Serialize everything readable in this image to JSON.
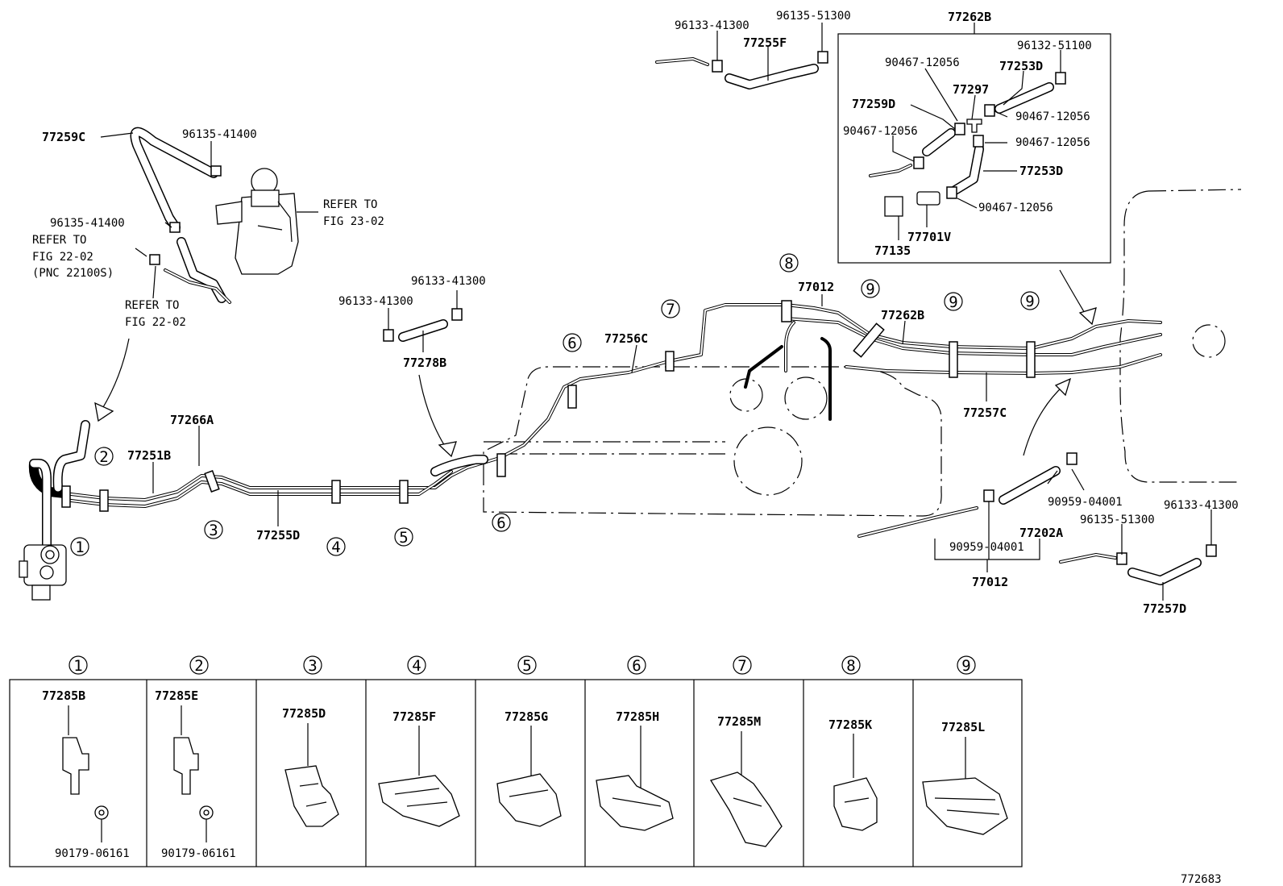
{
  "figure_id": "772683",
  "main_labels": {
    "l_77259C": "77259C",
    "l_96135_41400_a": "96135-41400",
    "l_96135_41400_b": "96135-41400",
    "ref_23_02_a": "REFER TO",
    "ref_23_02_b": "FIG 23-02",
    "ref_22_02_a1": "REFER TO",
    "ref_22_02_a2": "FIG 22-02",
    "ref_22_02_a3": "(PNC 22100S)",
    "ref_22_02_b1": "REFER TO",
    "ref_22_02_b2": "FIG 22-02",
    "l_96133_41300_a": "96133-41300",
    "l_96135_51300_a": "96135-51300",
    "l_77255F": "77255F",
    "l_96133_41300_b": "96133-41300",
    "l_96133_41300_c": "96133-41300",
    "l_77278B": "77278B",
    "l_77266A": "77266A",
    "l_77251B": "77251B",
    "l_77255D": "77255D",
    "l_77256C": "77256C",
    "l_77012_a": "77012",
    "l_77262B_a": "77262B",
    "l_77257C": "77257C",
    "l_90959_04001_a": "90959-04001",
    "l_77202A": "77202A",
    "l_90959_04001_b": "90959-04001",
    "l_77012_b": "77012",
    "l_96135_51300_b": "96135-51300",
    "l_96133_41300_d": "96133-41300",
    "l_77257D": "77257D"
  },
  "detail_box": {
    "title": "77262B",
    "labels": {
      "d_96132_51100": "96132-51100",
      "d_90467_1": "90467-12056",
      "d_77253D_a": "77253D",
      "d_77297": "77297",
      "d_77259D": "77259D",
      "d_90467_2": "90467-12056",
      "d_90467_3": "90467-12056",
      "d_90467_4": "90467-12056",
      "d_77253D_b": "77253D",
      "d_90467_5": "90467-12056",
      "d_77701V": "77701V",
      "d_77135": "77135"
    }
  },
  "callouts": {
    "c1": "1",
    "c2": "2",
    "c3": "3",
    "c4": "4",
    "c5": "5",
    "c6a": "6",
    "c6b": "6",
    "c7": "7",
    "c8": "8",
    "c9a": "9",
    "c9b": "9",
    "c9c": "9"
  },
  "clamp_table": [
    {
      "num": "1",
      "part": "77285B",
      "extra": "90179-06161"
    },
    {
      "num": "2",
      "part": "77285E",
      "extra": "90179-06161"
    },
    {
      "num": "3",
      "part": "77285D",
      "extra": ""
    },
    {
      "num": "4",
      "part": "77285F",
      "extra": ""
    },
    {
      "num": "5",
      "part": "77285G",
      "extra": ""
    },
    {
      "num": "6",
      "part": "77285H",
      "extra": ""
    },
    {
      "num": "7",
      "part": "77285M",
      "extra": ""
    },
    {
      "num": "8",
      "part": "77285K",
      "extra": ""
    },
    {
      "num": "9",
      "part": "77285L",
      "extra": ""
    }
  ]
}
